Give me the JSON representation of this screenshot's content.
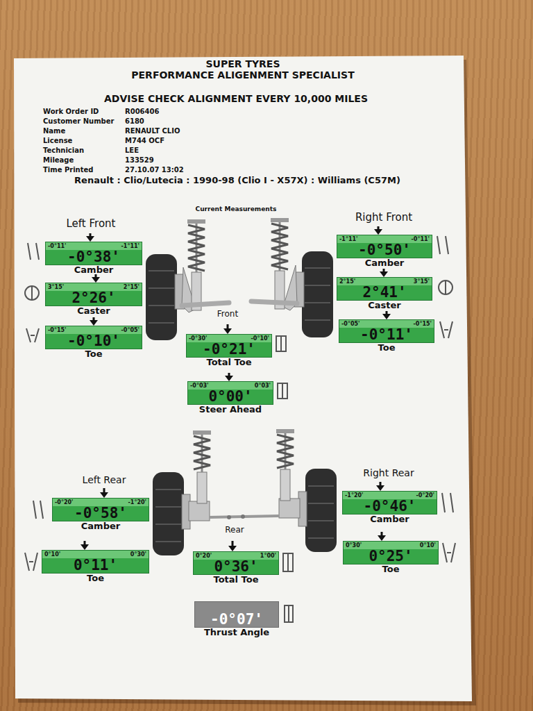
{
  "diagram": {
    "title": "SUPER TYRES",
    "nodes": [
      {
        "text": [
          "-0°11'",
          "-1°11'",
          "-0°38'",
          "Camber"
        ]
      },
      {
        "text": [
          "3°15'",
          "2°15'",
          "2°26'",
          "Caster"
        ]
      },
      {
        "text": [
          "-0°15'",
          "-0°05'",
          "-0°10'",
          "Toe"
        ]
      },
      {
        "text": [
          "-1°11'",
          "-0°11'",
          "-0°50'",
          "Camber"
        ]
      },
      {
        "text": [
          "2°15'",
          "3°15'",
          "2°41'",
          "Caster"
        ]
      },
      {
        "text": [
          "-0°05'",
          "-0°15'",
          "-0°11'",
          "Toe"
        ]
      },
      {
        "text": [
          "-0°30'",
          "-0°10'",
          "-0°21'",
          "Total Toe"
        ]
      },
      {
        "text": [
          "-0°03'",
          "0°03'",
          "0°00'",
          "Steer Ahead"
        ]
      },
      {
        "text": [
          "-0°20'",
          "-1°20'",
          "-0°58'",
          "Camber"
        ]
      },
      {
        "text": [
          "0°10'",
          "0°30'",
          "0°11'",
          "Toe"
        ]
      },
      {
        "text": [
          "0°20'",
          "1°00'",
          "0°36'",
          "Total Toe"
        ]
      },
      {
        "text": [
          "-1°20'",
          "-0°20'",
          "-0°46'",
          "Camber"
        ]
      },
      {
        "text": [
          "0°30'",
          "0°10'",
          "0°25'",
          "Toe"
        ]
      },
      {
        "text": [
          "-0°07'",
          "Thrust Angle"
        ]
      }
    ],
    "labels": [
      "PERFORMANCE ALIGENMENT SPECIALIST",
      "ADVISE CHECK ALIGNMENT EVERY 10,000 MILES",
      "Work Order ID",
      "R006406",
      "Customer Number",
      "6180",
      "Name",
      "RENAULT CLIO",
      "License",
      "M744 OCF",
      "Technician",
      "LEE",
      "Mileage",
      "133529",
      "Time Printed",
      "27.10.07 13:02",
      "Renault : Clio/Lutecia : 1990-98 (Clio I - X57X) : Williams (C57M)",
      "Current Measurements",
      "Left Front",
      "Right Front",
      "Front",
      "Left Rear",
      "Right Rear",
      "Rear"
    ]
  }
}
